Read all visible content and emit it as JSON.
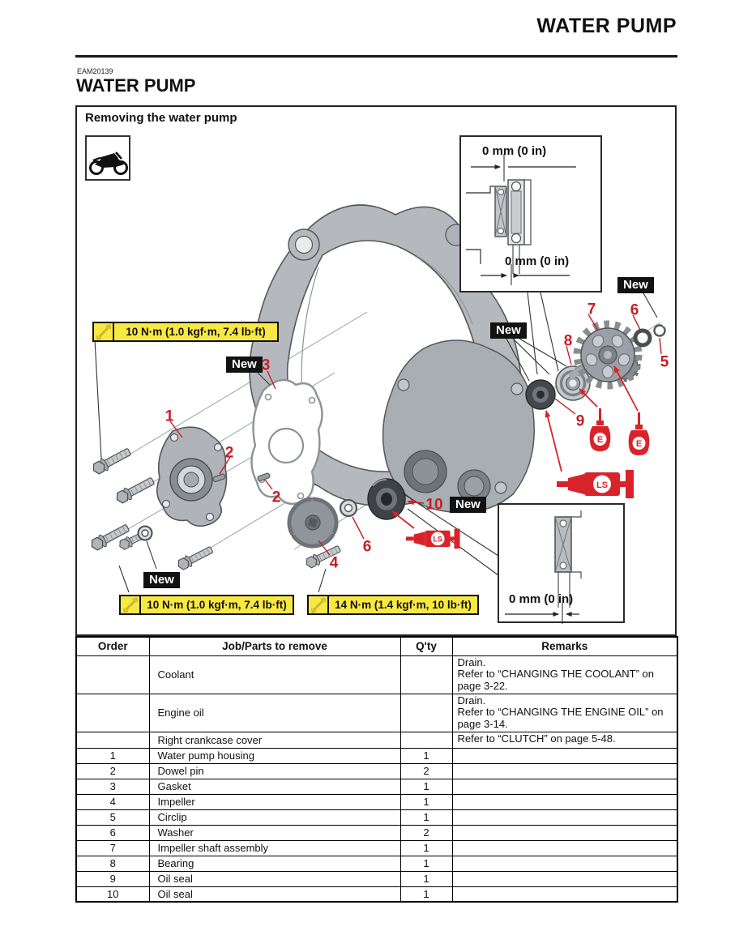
{
  "page": {
    "header_title": "WATER PUMP",
    "code": "EAM20139",
    "section_title": "WATER PUMP"
  },
  "figure": {
    "title": "Removing the water pump",
    "labels": {
      "new": "New",
      "torque_10": "10 N·m (1.0 kgf·m, 7.4 lb·ft)",
      "torque_14": "14 N·m (1.4 kgf·m, 10 lb·ft)",
      "dim_zero": "0 mm (0 in)",
      "e_symbol": "E",
      "ls_symbol": "LS"
    },
    "part_numbers": {
      "n1": "1",
      "n2": "2",
      "n3": "3",
      "n4": "4",
      "n5": "5",
      "n6": "6",
      "n7": "7",
      "n8": "8",
      "n9": "9",
      "n10": "10"
    }
  },
  "table": {
    "headers": [
      "Order",
      "Job/Parts to remove",
      "Q'ty",
      "Remarks"
    ],
    "rows": [
      {
        "order": "",
        "job": "Coolant",
        "qty": "",
        "remarks": "Drain.\nRefer to “CHANGING THE COOLANT” on\npage 3-22."
      },
      {
        "order": "",
        "job": "Engine oil",
        "qty": "",
        "remarks": "Drain.\nRefer to “CHANGING THE ENGINE OIL” on\npage 3-14."
      },
      {
        "order": "",
        "job": "Right crankcase cover",
        "qty": "",
        "remarks": "Refer to “CLUTCH” on page 5-48."
      },
      {
        "order": "1",
        "job": "Water pump housing",
        "qty": "1",
        "remarks": ""
      },
      {
        "order": "2",
        "job": "Dowel pin",
        "qty": "2",
        "remarks": ""
      },
      {
        "order": "3",
        "job": "Gasket",
        "qty": "1",
        "remarks": ""
      },
      {
        "order": "4",
        "job": "Impeller",
        "qty": "1",
        "remarks": ""
      },
      {
        "order": "5",
        "job": "Circlip",
        "qty": "1",
        "remarks": ""
      },
      {
        "order": "6",
        "job": "Washer",
        "qty": "2",
        "remarks": ""
      },
      {
        "order": "7",
        "job": "Impeller shaft assembly",
        "qty": "1",
        "remarks": ""
      },
      {
        "order": "8",
        "job": "Bearing",
        "qty": "1",
        "remarks": ""
      },
      {
        "order": "9",
        "job": "Oil seal",
        "qty": "1",
        "remarks": ""
      },
      {
        "order": "10",
        "job": "Oil seal",
        "qty": "1",
        "remarks": ""
      }
    ]
  },
  "colors": {
    "red": "#c32026",
    "symbol_red": "#d8232a",
    "yellow": "#f8e843"
  }
}
